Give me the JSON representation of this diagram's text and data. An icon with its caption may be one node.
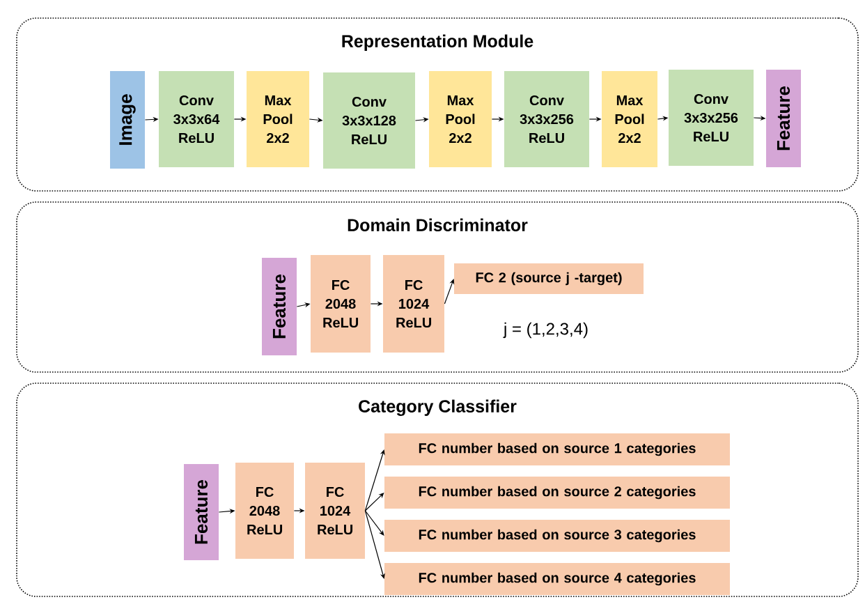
{
  "diagram": {
    "nodes": [
      {
        "text": [
          "Representation Module"
        ]
      },
      {
        "text": [
          "Image"
        ],
        "in": 0
      },
      {
        "text": [
          "Conv 3x3x64 ReLU"
        ],
        "in": 0
      },
      {
        "text": [
          "Max Pool 2x2"
        ],
        "in": 0
      },
      {
        "text": [
          "Conv 3x3x128 ReLU"
        ],
        "in": 0
      },
      {
        "text": [
          "Max Pool 2x2"
        ],
        "in": 0
      },
      {
        "text": [
          "Conv 3x3x256 ReLU"
        ],
        "in": 0
      },
      {
        "text": [
          "Max Pool 2x2"
        ],
        "in": 0
      },
      {
        "text": [
          "Conv 3x3x256 ReLU"
        ],
        "in": 0
      },
      {
        "text": [
          "Feature"
        ],
        "in": 0
      },
      {
        "text": [
          "Domain Discriminator"
        ]
      },
      {
        "text": [
          "Feature"
        ],
        "in": 10
      },
      {
        "text": [
          "FC 2048 ReLU"
        ],
        "in": 10
      },
      {
        "text": [
          "FC 1024 ReLU"
        ],
        "in": 10
      },
      {
        "text": [
          "FC 2 (source j -target)"
        ],
        "in": 10
      },
      {
        "text": [
          "Category Classifier"
        ]
      },
      {
        "text": [
          "Feature"
        ],
        "in": 15
      },
      {
        "text": [
          "FC 2048 ReLU"
        ],
        "in": 15
      },
      {
        "text": [
          "FC 1024 ReLU"
        ],
        "in": 15
      },
      {
        "text": [
          "FC number based on source 1 categories"
        ],
        "in": 15
      },
      {
        "text": [
          "FC number based on source 2 categories"
        ],
        "in": 15
      },
      {
        "text": [
          "FC number based on source 3 categories"
        ],
        "in": 15
      },
      {
        "text": [
          "FC number based on source 4 categories"
        ],
        "in": 15
      }
    ],
    "edges": [
      {
        "from": 1,
        "to": 2,
        "arrow": "to"
      },
      {
        "from": 2,
        "to": 3,
        "arrow": "to"
      },
      {
        "from": 3,
        "to": 4,
        "arrow": "to"
      },
      {
        "from": 4,
        "to": 5,
        "arrow": "to"
      },
      {
        "from": 5,
        "to": 6,
        "arrow": "to"
      },
      {
        "from": 6,
        "to": 7,
        "arrow": "to"
      },
      {
        "from": 7,
        "to": 8,
        "arrow": "to"
      },
      {
        "from": 8,
        "to": 9,
        "arrow": "to"
      },
      {
        "from": 11,
        "to": 12,
        "arrow": "to"
      },
      {
        "from": 12,
        "to": 13,
        "arrow": "to"
      },
      {
        "from": 13,
        "to": 14,
        "arrow": "to"
      },
      {
        "from": 16,
        "to": 17,
        "arrow": "to"
      },
      {
        "from": 17,
        "to": 18,
        "arrow": "to"
      },
      {
        "from": 18,
        "to": 19,
        "arrow": "to"
      },
      {
        "from": 18,
        "to": 20,
        "arrow": "to"
      },
      {
        "from": 18,
        "to": 21,
        "arrow": "to"
      },
      {
        "from": 18,
        "to": 22,
        "arrow": "to"
      }
    ],
    "labels": [
      "j = (1,2,3,4)"
    ]
  }
}
